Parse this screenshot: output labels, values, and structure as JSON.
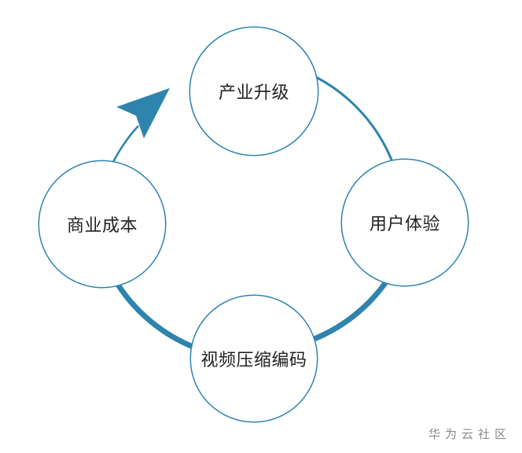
{
  "colors": {
    "accent": "#2e84ad",
    "ring": "#2e84ad",
    "node_border": "#2e84ad",
    "text": "#222222",
    "watermark": "#8a8a8a"
  },
  "nodes": [
    {
      "id": "industry-upgrade",
      "label": "产业升级"
    },
    {
      "id": "user-experience",
      "label": "用户体验"
    },
    {
      "id": "video-compression",
      "label": "视频压缩编码"
    },
    {
      "id": "business-cost",
      "label": "商业成本"
    }
  ],
  "watermark": "华为云社区"
}
